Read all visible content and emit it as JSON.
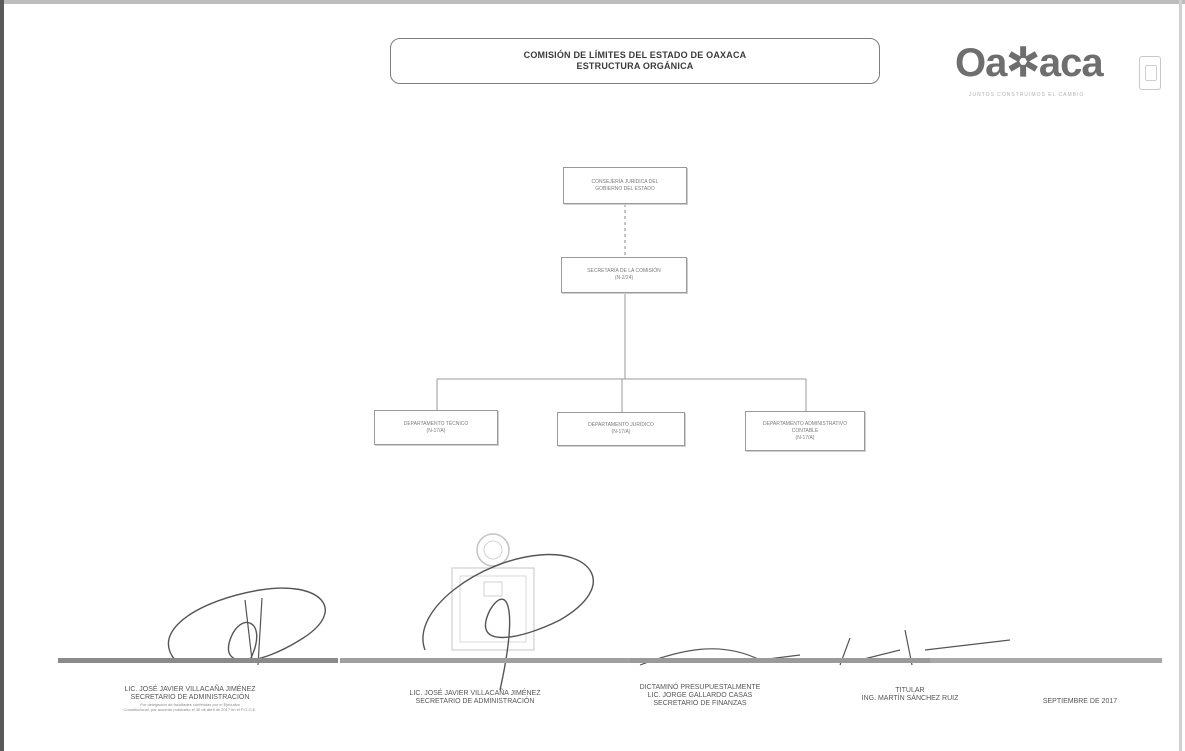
{
  "document": {
    "title_line1": "COMISIÓN DE LÍMITES DEL ESTADO DE OAXACA",
    "title_line2": "ESTRUCTURA ORGÁNICA"
  },
  "logo": {
    "word": "Oa✲aca",
    "tagline": "JUNTOS CONSTRUIMOS EL CAMBIO"
  },
  "org_chart": {
    "top": {
      "line1": "CONSEJERÍA JURÍDICA DEL",
      "line2": "GOBIERNO DEL ESTADO"
    },
    "middle": {
      "line1": "SECRETARÍA DE LA COMISIÓN",
      "line2": "(N-2/24)"
    },
    "children": [
      {
        "line1": "DEPARTAMENTO TÉCNICO",
        "line2": "(N-17/A)"
      },
      {
        "line1": "DEPARTAMENTO JURÍDICO",
        "line2": "(N-17/A)"
      },
      {
        "line1": "DEPARTAMENTO ADMINISTRATIVO",
        "line2": "CONTABLE",
        "line3": "(N-17/A)"
      }
    ]
  },
  "signatures": [
    {
      "name": "LIC. JOSÉ JAVIER VILLACAÑA JIMÉNEZ",
      "role": "SECRETARIO DE ADMINISTRACIÓN",
      "note1": "Por delegación de facultades conferidas por el Ejecutivo",
      "note2": "Constitucional, por acuerdo publicado el 30 de abril de 2017 en el P.O.G.E."
    },
    {
      "name": "LIC. JOSÉ JAVIER VILLACAÑA JIMÉNEZ",
      "role": "SECRETARIO DE ADMINISTRACIÓN"
    },
    {
      "heading": "DICTAMINÓ PRESUPUESTALMENTE",
      "name": "LIC. JORGE GALLARDO CASAS",
      "role": "SECRETARIO DE FINANZAS"
    },
    {
      "heading": "TITULAR",
      "name": "ING. MARTÍN SÁNCHEZ RUIZ"
    }
  ],
  "date": "SEPTIEMBRE DE 2017"
}
